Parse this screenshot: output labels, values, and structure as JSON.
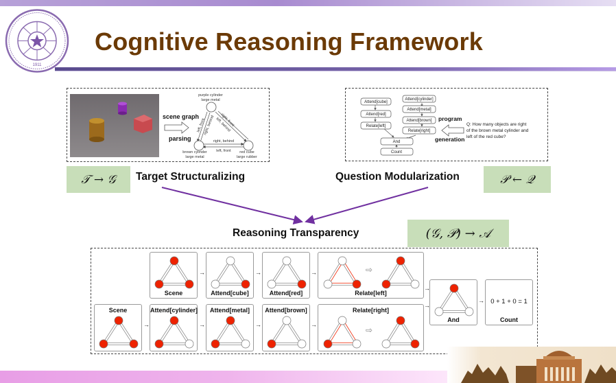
{
  "slide": {
    "title": "Cognitive Reasoning Framework",
    "logo": {
      "icon": "tsinghua-university-seal-icon",
      "text": "TSINGHUA UNIVERSITY",
      "year": "1911"
    },
    "colors": {
      "title": "#6b3a06",
      "accent_purple": "#7030a0",
      "formula_bg": "#c8deb9",
      "active_node": "#ee2200"
    }
  },
  "target_structuralizing": {
    "label": "Target Structuralizing",
    "formula": "𝒯 → 𝒢",
    "arrow_label_top": "scene graph",
    "arrow_label_bottom": "parsing",
    "scene_image": "clevr-scene-image",
    "graph": {
      "nodes": [
        {
          "attrs_line1": "purple  cylinder",
          "attrs_line2": "large   metal"
        },
        {
          "attrs_line1": "brown  cylinder",
          "attrs_line2": "large   metal"
        },
        {
          "attrs_line1": "red     cube",
          "attrs_line2": "large  rubber"
        }
      ],
      "edges": [
        "left, front",
        "right, behind",
        "right, front",
        "left, behind",
        "right, behind",
        "left, front"
      ]
    }
  },
  "question_modularization": {
    "label": "Question Modularization",
    "formula": "𝒫 ← 𝒬",
    "arrow_label_top": "program",
    "arrow_label_bottom": "generation",
    "question": "Q: How many objects are right of the brown metal cylinder and left of the red cube?",
    "question_lines": [
      "Q: How many objects are right",
      "of the brown metal cylinder and",
      "left of the red cube?"
    ],
    "program_left": [
      "Attend[cube]",
      "Attend[red]",
      "Relate[left]"
    ],
    "program_right": [
      "Attend[cylinder]",
      "Attend[metal]",
      "Attend[brown]",
      "Relate[right]"
    ],
    "program_merge": [
      "And",
      "Count"
    ]
  },
  "reasoning_transparency": {
    "label": "Reasoning Transparency",
    "formula": "(𝒢, 𝒫) → 𝒜",
    "top_row": [
      {
        "label": "Scene",
        "nodes": [
          1,
          1,
          1
        ]
      },
      {
        "label": "Attend[cube]",
        "nodes": [
          0,
          0,
          1
        ]
      },
      {
        "label": "Attend[red]",
        "nodes": [
          0,
          0,
          1
        ]
      },
      {
        "label": "Relate[left]",
        "before": [
          0,
          0,
          1
        ],
        "after": [
          1,
          1,
          0
        ]
      }
    ],
    "bottom_row": [
      {
        "label": "Scene",
        "nodes": [
          1,
          1,
          1
        ]
      },
      {
        "label": "Attend[cylinder]",
        "nodes": [
          1,
          1,
          0
        ]
      },
      {
        "label": "Attend[metal]",
        "nodes": [
          1,
          1,
          0
        ]
      },
      {
        "label": "Attend[brown]",
        "nodes": [
          0,
          1,
          0
        ]
      },
      {
        "label": "Relate[right]",
        "before": [
          0,
          1,
          0
        ],
        "after": [
          1,
          0,
          1
        ]
      }
    ],
    "and": {
      "label": "And",
      "nodes": [
        1,
        0,
        0
      ]
    },
    "count": {
      "label": "Count",
      "expression": "0 + 1 + 0 = 1"
    }
  }
}
